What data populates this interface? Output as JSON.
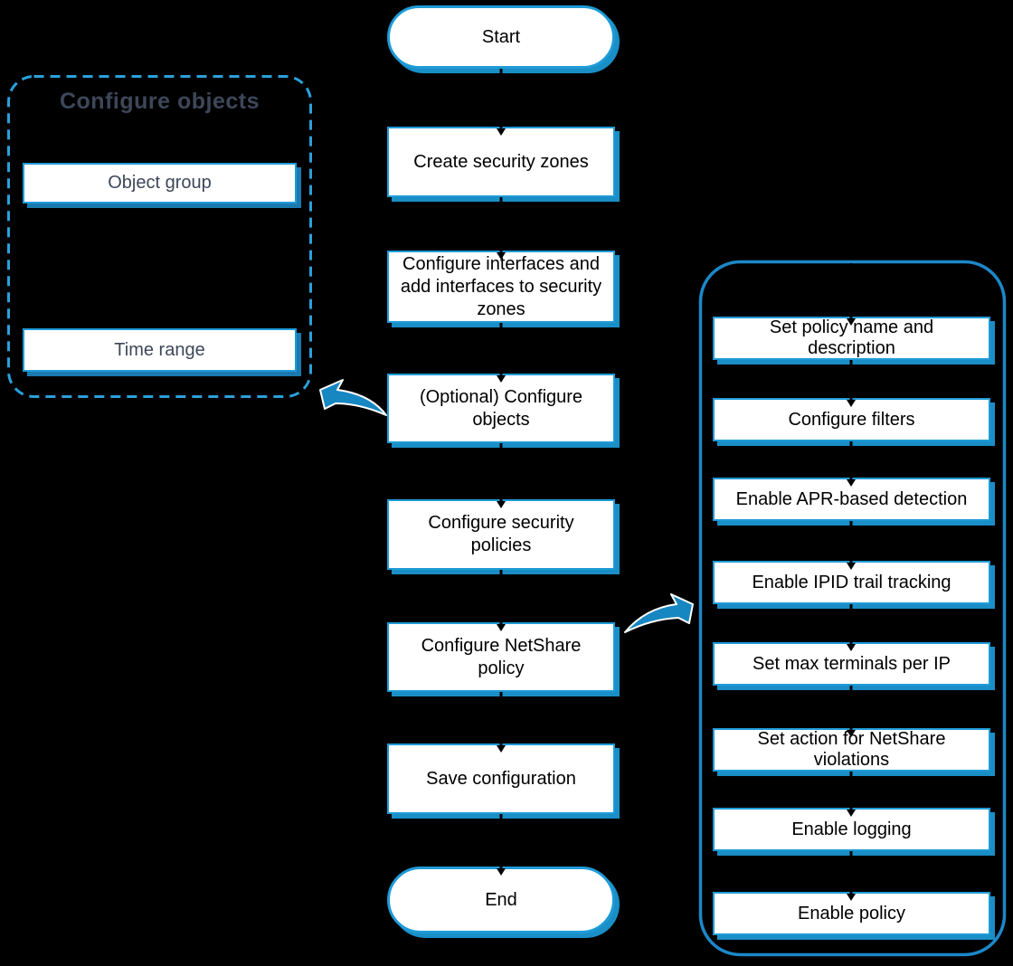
{
  "palette": {
    "background": "#000000",
    "box-border-blue": "#1e9bd7",
    "box-shadow-blue": "#1a8ec6",
    "left-shadow-blue": "#1a7ab0",
    "dash-blue": "#2ba0da",
    "panel-blue": "#1b88c9",
    "slate-text": "#3d4759",
    "arrow-blue": "#1787c2"
  },
  "flow": {
    "start_label": "Start",
    "end_label": "End",
    "steps": [
      "Create security zones",
      "Configure interfaces and add interfaces to security zones",
      "(Optional) Configure objects",
      "Configure security policies",
      "Configure NetShare policy",
      "Save configuration"
    ]
  },
  "objects_panel": {
    "title": "Configure objects",
    "items": [
      "Object group",
      "Time range"
    ]
  },
  "netshare_panel": {
    "items": [
      "Set policy name and description",
      "Configure filters",
      "Enable APR-based detection",
      "Enable IPID trail tracking",
      "Set max terminals per IP",
      "Set action for NetShare violations",
      "Enable logging",
      "Enable policy"
    ]
  },
  "arrows": {
    "to_objects_panel": "curved arrow from (Optional) Configure objects to Configure objects panel",
    "to_netshare_panel": "curved arrow from Configure NetShare policy to NetShare sub-steps panel"
  }
}
